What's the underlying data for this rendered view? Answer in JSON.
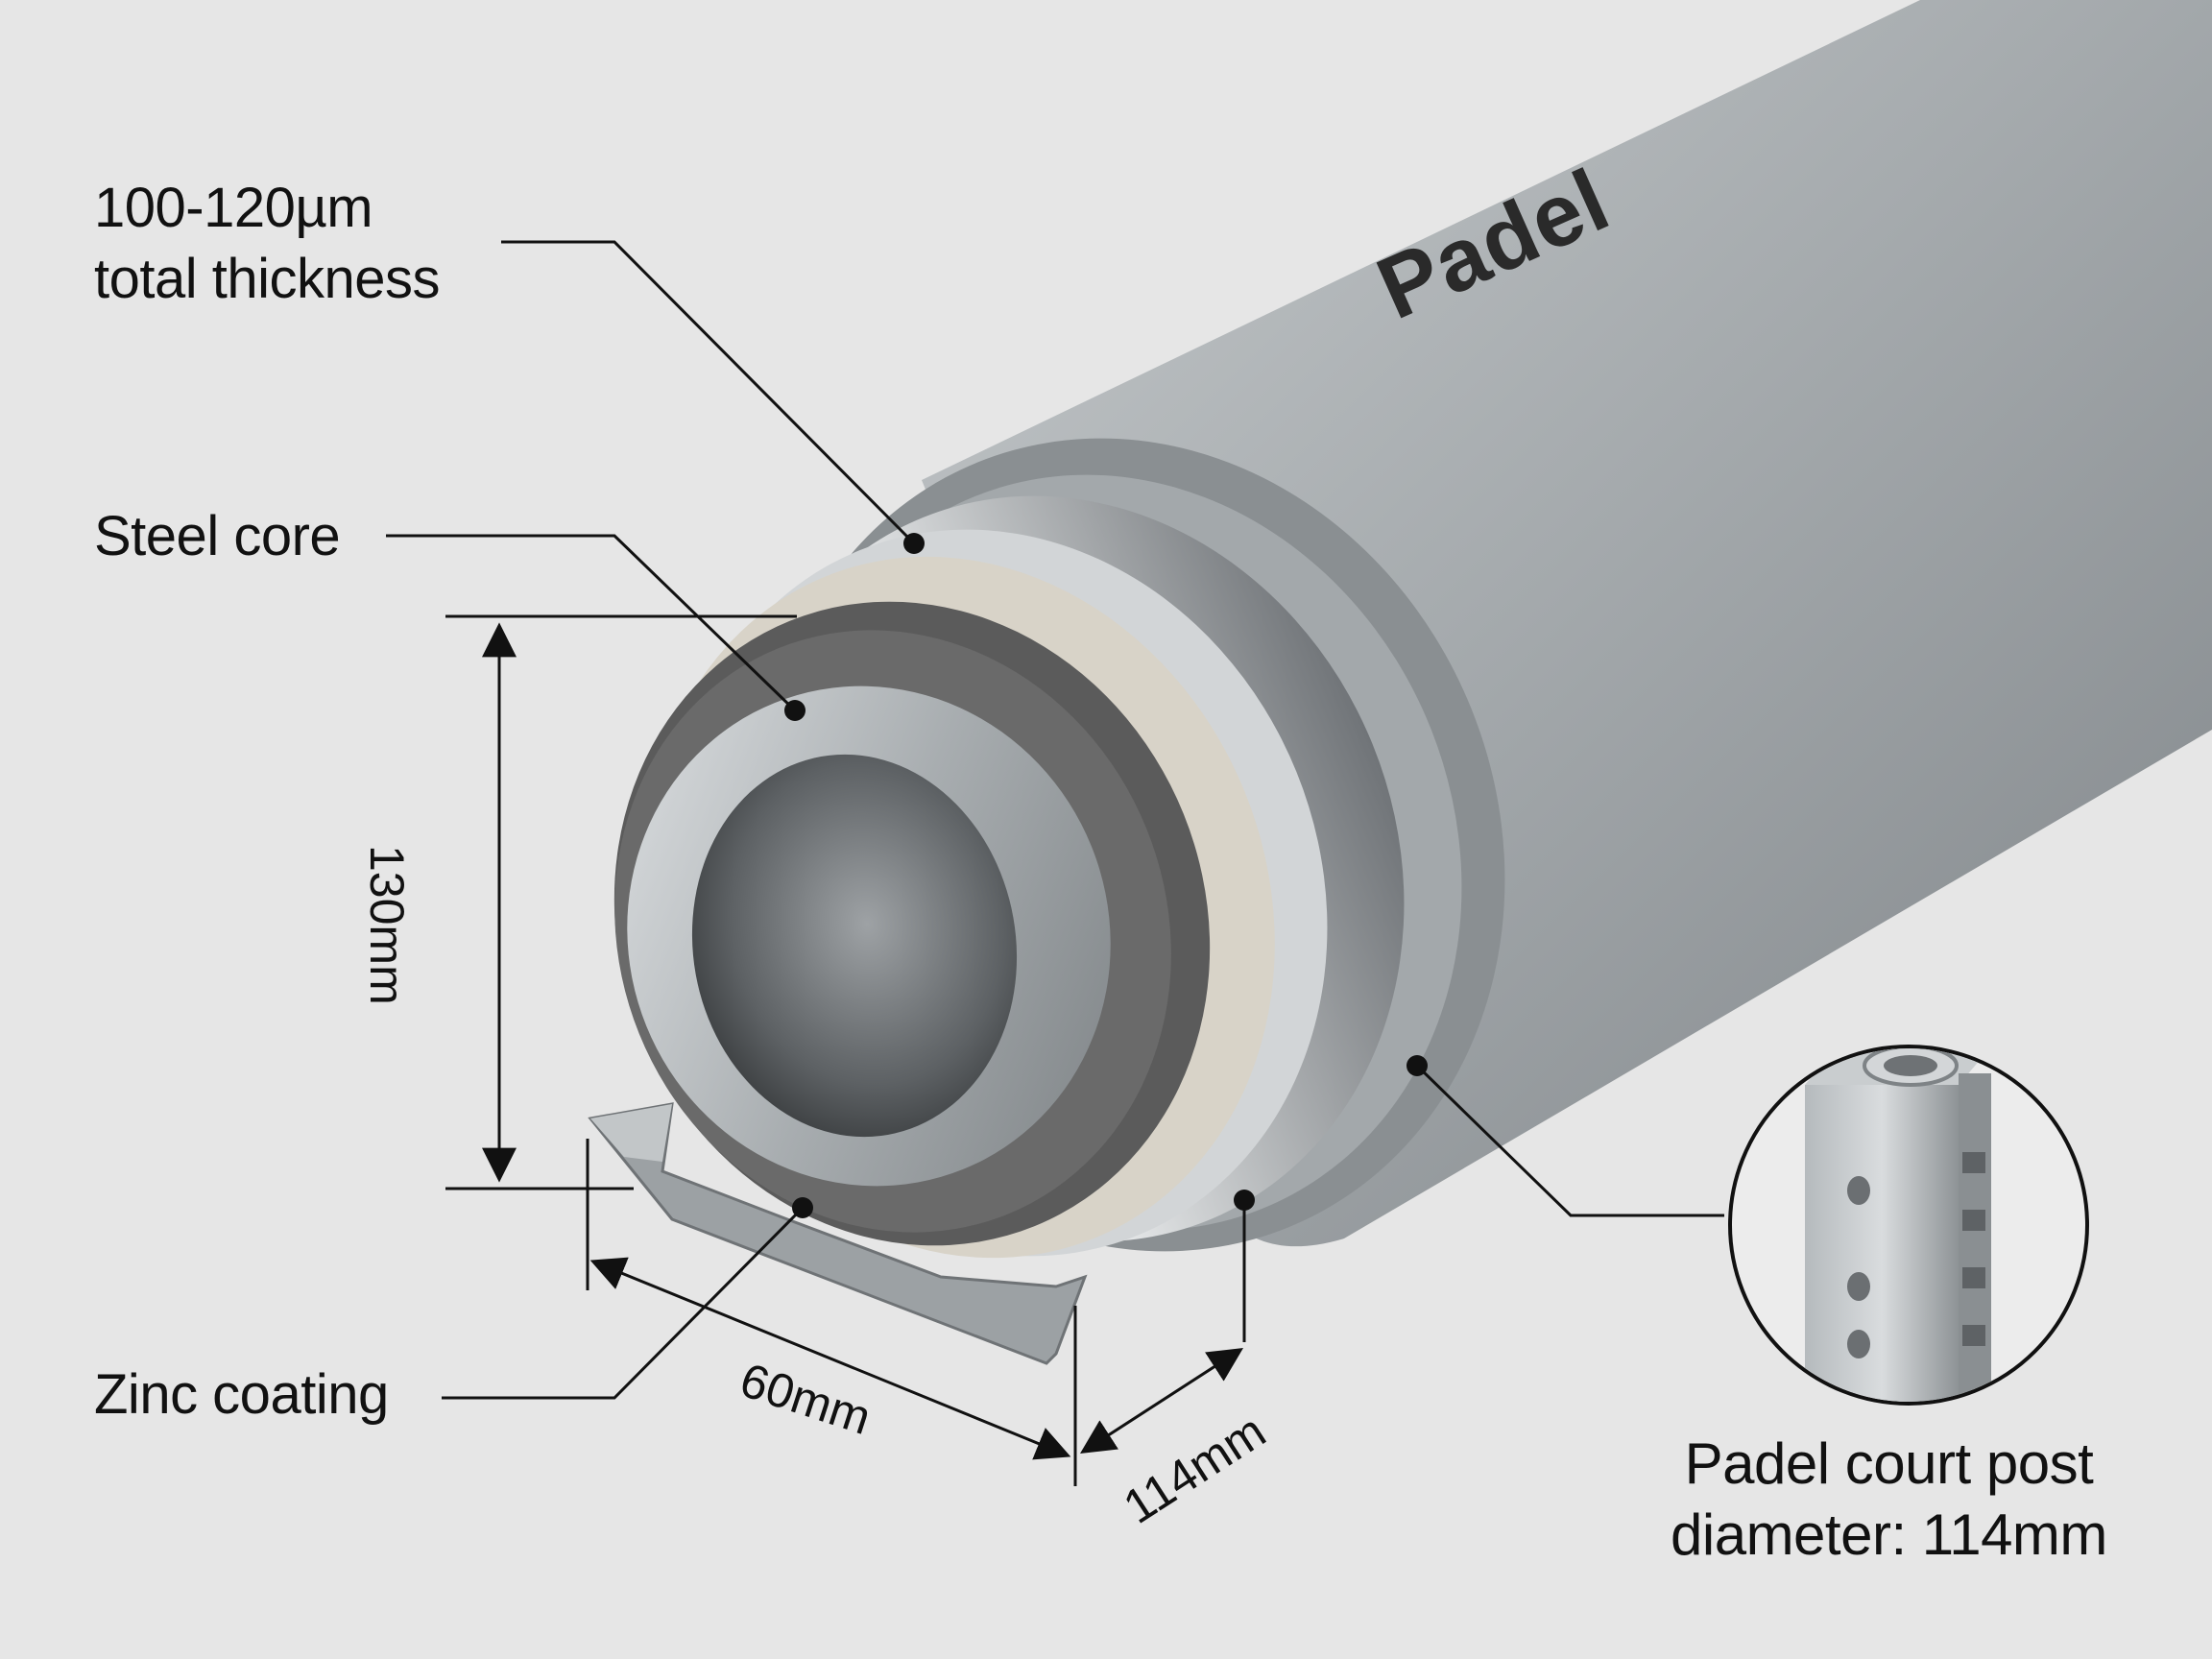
{
  "callouts": {
    "coating_thickness": [
      "100-120µm",
      "total thickness"
    ],
    "steel_core": "Steel core",
    "zinc_coating": "Zinc coating"
  },
  "dimensions": {
    "height": "130mm",
    "width": "60mm",
    "diameter": "114mm"
  },
  "pipe_marking": "Padel",
  "inset_caption": [
    "Padel court post",
    "diameter: 114mm"
  ],
  "colors": {
    "background": "#e6e6e6",
    "galvanized_steel": "#9aa0a4",
    "foam_layer": "#5b5b5b",
    "insulation_layer": "#d8d3c8",
    "leader_line": "#111111"
  }
}
